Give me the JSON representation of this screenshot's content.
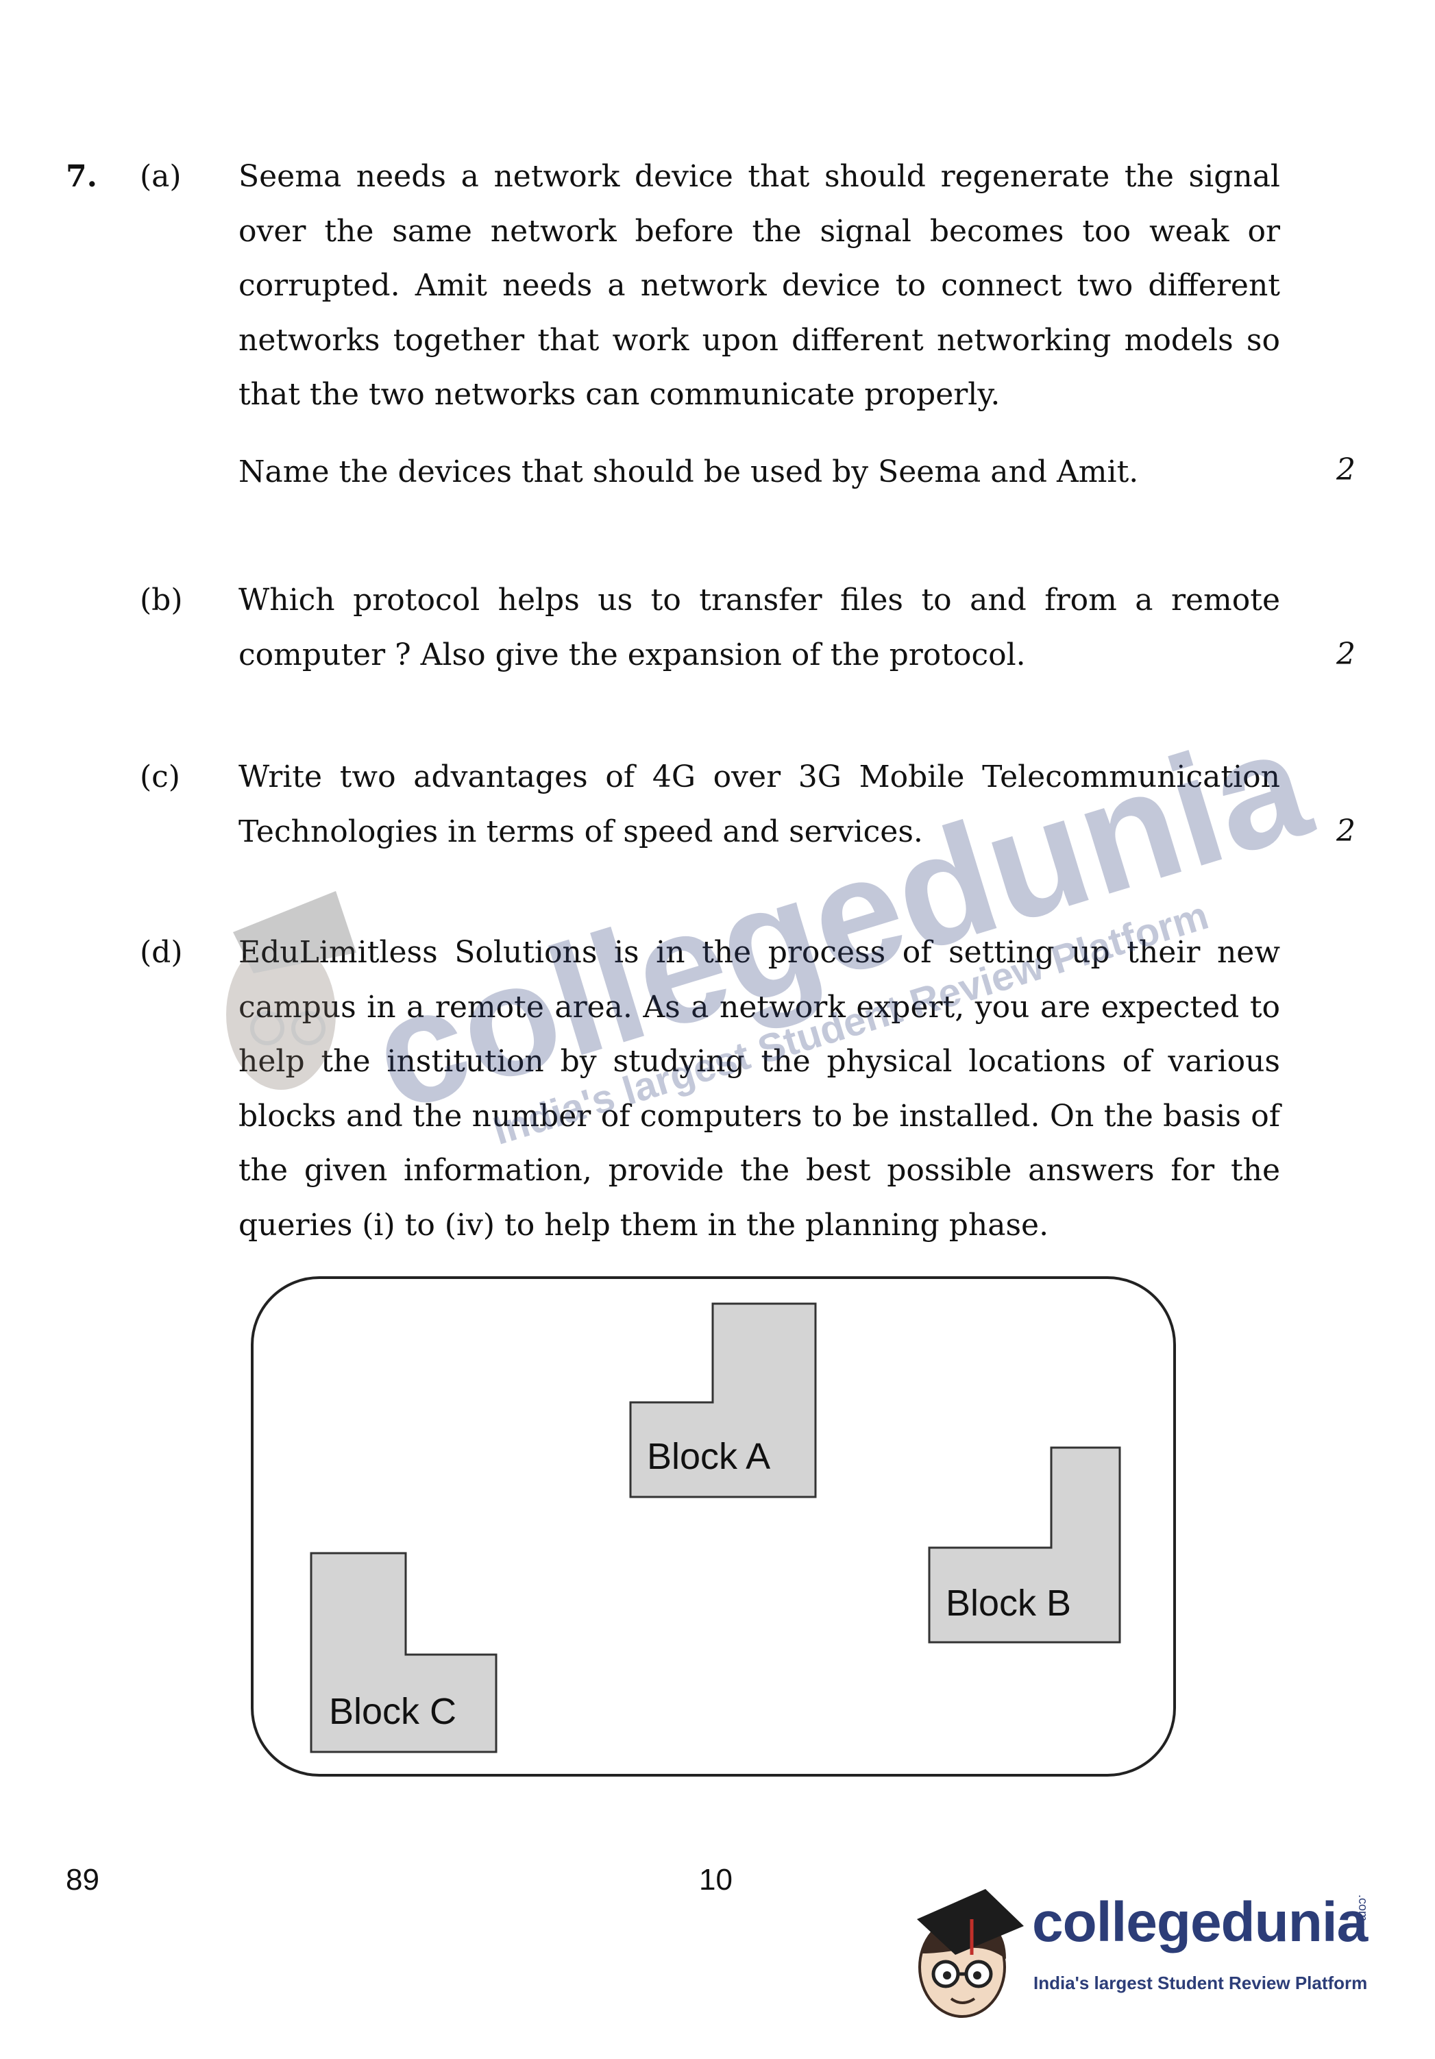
{
  "question": {
    "number": "7.",
    "parts": [
      {
        "label": "(a)",
        "lines": [
          "Seema needs a network device that should regenerate the signal",
          "over the same network before the signal becomes too weak or",
          "corrupted. Amit needs a network device to connect two different",
          "networks together that work upon different networking models so",
          "that the two networks can communicate properly."
        ],
        "instruction": "Name the devices that should be used by Seema and Amit.",
        "marks": "2"
      },
      {
        "label": "(b)",
        "lines": [
          "Which protocol helps us to transfer files to and from a remote",
          "computer ? Also give the expansion of the protocol."
        ],
        "marks": "2"
      },
      {
        "label": "(c)",
        "lines": [
          "Write two advantages of 4G over 3G Mobile Telecommunication",
          "Technologies in terms of speed and services."
        ],
        "marks": "2"
      },
      {
        "label": "(d)",
        "lines": [
          "EduLimitless Solutions is in the process of setting up their new",
          "campus in a remote area. As a network expert, you are expected to",
          "help the institution by studying the physical locations of various",
          "blocks and the number of computers to be installed. On the basis of",
          "the given information, provide the best possible answers for the",
          "queries (i) to (iv) to help them in the planning phase."
        ]
      }
    ]
  },
  "diagram": {
    "blocks": [
      "Block A",
      "Block B",
      "Block C"
    ],
    "fill_color": "#d4d4d4",
    "stroke_color": "#333333"
  },
  "footer": {
    "code": "89",
    "page": "10"
  },
  "watermark": {
    "brand": "collegedunia",
    "domain": ".com",
    "tagline": "India's largest Student Review Platform",
    "brand_color": "#2c3d78"
  }
}
